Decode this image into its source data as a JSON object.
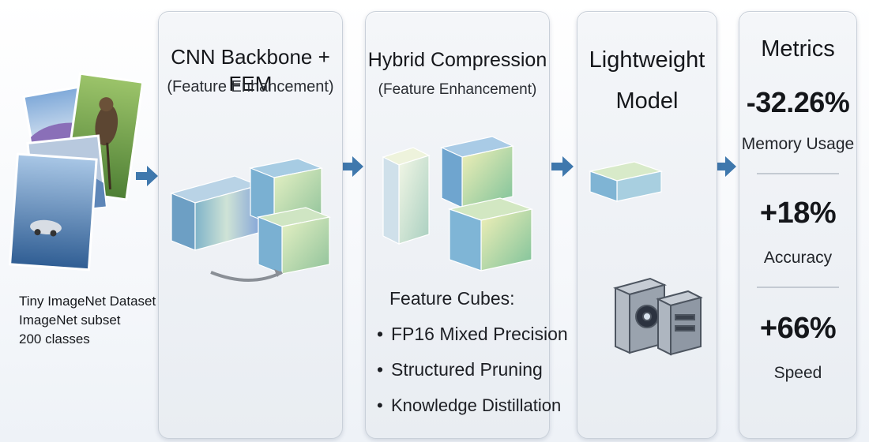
{
  "dataset": {
    "lines": [
      "Tiny ImageNet Dataset",
      "ImageNet subset",
      "200 classes"
    ]
  },
  "stage1": {
    "title": "CNN Backbone + FEM",
    "subtitle": "(Feature Enhancement)"
  },
  "stage2": {
    "title": "Hybrid Compression",
    "subtitle": "(Feature Enhancement)",
    "list_title": "Feature Cubes:",
    "items": [
      "FP16 Mixed Precision",
      "Structured Pruning",
      "Knowledge Distillation"
    ]
  },
  "stage3": {
    "title_line1": "Lightweight",
    "title_line2": "Model"
  },
  "metrics": {
    "title": "Metrics",
    "items": [
      {
        "value": "-32.26%",
        "label": "Memory Usage"
      },
      {
        "value": "+18%",
        "label": "Accuracy"
      },
      {
        "value": "+66%",
        "label": "Speed"
      }
    ]
  },
  "colors": {
    "arrow": "#3f78ad",
    "panel_border": "#c9d0d9"
  },
  "icons": [
    "image-stack-icon",
    "feature-cube-icon",
    "hardware-device-icon",
    "flow-arrow-icon"
  ]
}
